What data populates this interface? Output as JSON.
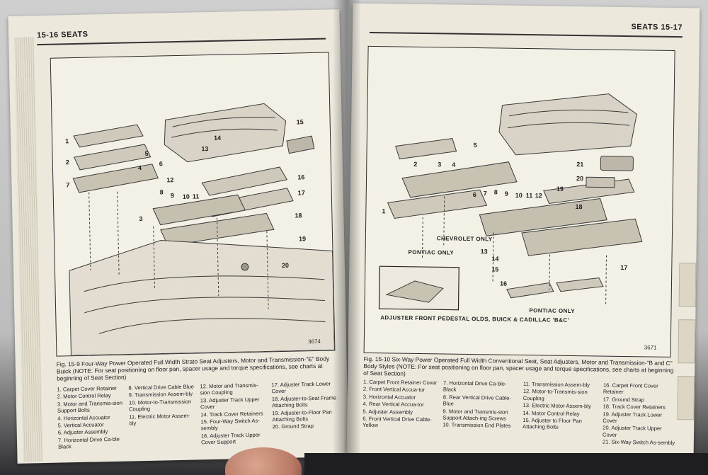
{
  "left_page": {
    "header": "15-16   SEATS",
    "figure_number": "3674",
    "callouts": [
      "1",
      "2",
      "3",
      "4",
      "5",
      "6",
      "7",
      "8",
      "9",
      "10",
      "11",
      "12",
      "13",
      "14",
      "15",
      "16",
      "17",
      "18",
      "19",
      "20"
    ],
    "caption": "Fig. 15-9 Four-Way Power Operated Full Width Strato Seat Adjusters, Motor and Transmission-\"E\" Body Buick (NOTE: For seat positioning on floor pan, spacer usage and torque specifications, see charts at beginning of Seat Section)",
    "legend": [
      [
        "1. Carpet Cover Retainer",
        "2. Motor Control Relay",
        "3. Motor and Transmis-sion Support Bolts",
        "4. Horizontal Accuator",
        "5. Vertical Accuator",
        "6. Adjuster Assembly",
        "7. Horizontal Drive Ca-ble Black"
      ],
      [
        "8. Vertical Drive Cable Blue",
        "9. Transmission Assem-bly",
        "10. Motor-to-Transmission Coupling",
        "11. Electric Motor Assem-bly"
      ],
      [
        "12. Motor and Transmis-sion Coupling",
        "13. Adjuster Track Upper Cover",
        "14. Track Cover Retainers",
        "15. Four-Way Switch As-sembly",
        "16. Adjuster Track Upper Cover Support"
      ],
      [
        "17. Adjuster Track Lower Cover",
        "18. Adjuster-to-Seat Frame Attaching Bolts",
        "19. Adjuster-to-Floor Pan Attaching Bolts",
        "20. Ground Strap"
      ]
    ]
  },
  "right_page": {
    "header": "SEATS   15-17",
    "figure_number": "3671",
    "callouts": [
      "1",
      "2",
      "3",
      "4",
      "5",
      "6",
      "7",
      "8",
      "9",
      "10",
      "11",
      "12",
      "13",
      "14",
      "15",
      "16",
      "17",
      "18",
      "19",
      "20",
      "21"
    ],
    "labels": {
      "chevrolet": "CHEVROLET ONLY",
      "pontiac_top": "PONTIAC ONLY",
      "pontiac_bottom": "PONTIAC ONLY",
      "pedestal": "ADJUSTER FRONT PEDESTAL OLDS, BUICK & CADILLAC 'B&C'"
    },
    "caption": "Fig. 15-10 Six-Way Power Operated Full Width Conventional Seat, Seat Adjusters, Motor and Transmission-\"B and C\" Body Styles (NOTE: For seat positioning on floor pan, spacer usage and torque specifications, see charts at beginning of Seat Section)",
    "legend": [
      [
        "1. Carpet Front Retainer Cover",
        "2. Front Vertical Accua-tor",
        "3. Horizontal Accuator",
        "4. Rear Vertical Accua-tor",
        "5. Adjuster Assembly",
        "6. Front Vertical Drive Cable-Yellow"
      ],
      [
        "7. Horizontal Drive Ca-ble-Black",
        "8. Rear Vertical Drive Cable-Blue",
        "9. Motor and Transmis-sion Support Attach-ing Screws",
        "10. Transmission End Plates"
      ],
      [
        "11. Transmission Assem-bly",
        "12. Motor-to-Transmis-sion Coupling",
        "13. Electric Motor Assem-bly",
        "14. Motor Control Relay",
        "15. Adjuster to Floor Pan Attaching Bolts"
      ],
      [
        "16. Carpet Front Cover Retainer",
        "17. Ground Strap",
        "18. Track Cover Retainers",
        "19. Adjuster Track Lower Cover",
        "20. Adjuster Track Upper Cover",
        "21. Six-Way Switch As-sembly"
      ]
    ]
  }
}
